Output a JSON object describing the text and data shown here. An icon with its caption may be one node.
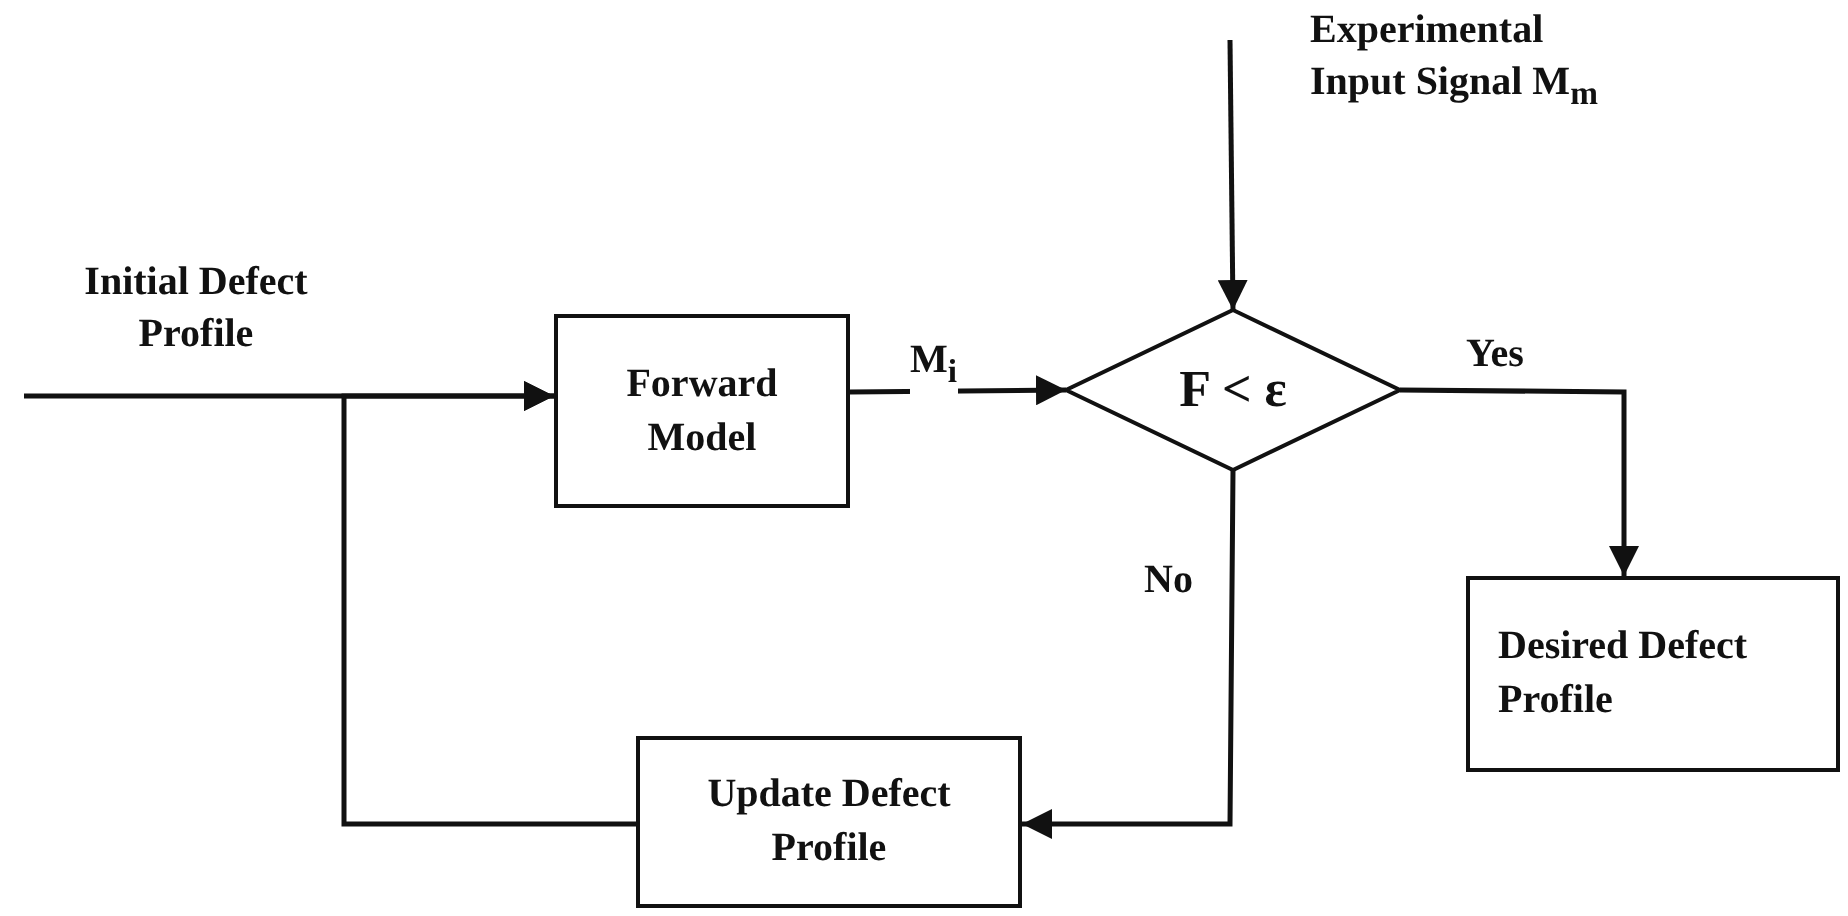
{
  "diagram": {
    "nodes": [
      {
        "text": [
          "Forward Model"
        ]
      },
      {
        "text": [
          "F < ε"
        ]
      },
      {
        "text": [
          "Update Defect Profile"
        ]
      },
      {
        "text": [
          "Desired Defect Profile"
        ]
      }
    ],
    "edges": [
      {
        "from": null,
        "to": 0,
        "arrow": "to",
        "label": "Initial Defect Profile"
      },
      {
        "from": 0,
        "to": 1,
        "arrow": "to",
        "label": "M$_{i}$"
      },
      {
        "from": null,
        "to": 1,
        "arrow": "to",
        "label": "Experimental Input Signal M$_{m}$"
      },
      {
        "from": 1,
        "to": 3,
        "arrow": "to",
        "label": "Yes"
      },
      {
        "from": 1,
        "to": 2,
        "arrow": "to",
        "label": "No"
      },
      {
        "from": 2,
        "to": 0,
        "arrow": "to"
      }
    ]
  }
}
